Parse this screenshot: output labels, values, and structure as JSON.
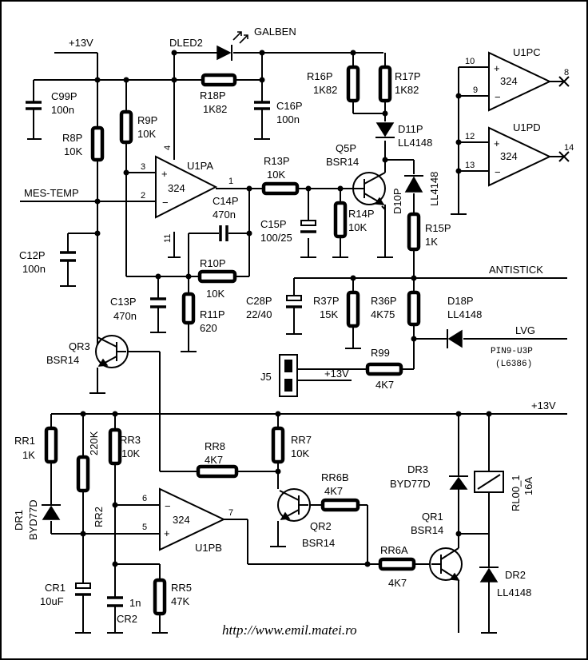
{
  "rails": {
    "v13_top": "+13V",
    "v13_bottom": "+13V",
    "v13_j5": "+13V"
  },
  "signals": {
    "mes_temp": "MES-TEMP",
    "antistick": "ANTISTICK",
    "lvg": "LVG",
    "pin9": "PIN9-U3P",
    "l6386": "(L6386)",
    "galben": "GALBEN"
  },
  "opamps": {
    "u1pa": {
      "name": "U1PA",
      "type": "324",
      "pins": [
        "3",
        "2",
        "1",
        "4",
        "11"
      ]
    },
    "u1pb": {
      "name": "U1PB",
      "type": "324",
      "pins": [
        "6",
        "5",
        "7"
      ]
    },
    "u1pc": {
      "name": "U1PC",
      "type": "324",
      "pins": [
        "10",
        "9",
        "8"
      ]
    },
    "u1pd": {
      "name": "U1PD",
      "type": "324",
      "pins": [
        "12",
        "13",
        "14"
      ]
    }
  },
  "components": {
    "dled2": "DLED2",
    "c99p": [
      "C99P",
      "100n"
    ],
    "r18p": [
      "R18P",
      "1K82"
    ],
    "c16p": [
      "C16P",
      "100n"
    ],
    "r16p": [
      "R16P",
      "1K82"
    ],
    "r17p": [
      "R17P",
      "1K82"
    ],
    "d11p": [
      "D11P",
      "LL4148"
    ],
    "r9p": [
      "R9P",
      "10K"
    ],
    "r8p": [
      "R8P",
      "10K"
    ],
    "r13p": [
      "R13P",
      "10K"
    ],
    "q5p": [
      "Q5P",
      "BSR14"
    ],
    "d10p": [
      "D10P",
      "LL4148"
    ],
    "c14p": [
      "C14P",
      "470n"
    ],
    "r14p": [
      "R14P",
      "10K"
    ],
    "c15p": [
      "C15P",
      "100/25"
    ],
    "r15p": [
      "R15P",
      "1K"
    ],
    "c12p": [
      "C12P",
      "100n"
    ],
    "r10p": [
      "R10P",
      "10K"
    ],
    "c13p": [
      "C13P",
      "470n"
    ],
    "r11p": [
      "R11P",
      "620"
    ],
    "c28p": [
      "C28P",
      "22/40"
    ],
    "r37p": [
      "R37P",
      "15K"
    ],
    "r36p": [
      "R36P",
      "4K75"
    ],
    "d18p": [
      "D18P",
      "LL4148"
    ],
    "qr3": [
      "QR3",
      "BSR14"
    ],
    "j5": "J5",
    "r99": [
      "R99",
      "4K7"
    ],
    "rr1": [
      "RR1",
      "1K"
    ],
    "rr2": [
      "RR2",
      "220K"
    ],
    "rr3": [
      "RR3",
      "10K"
    ],
    "rr8": [
      "RR8",
      "4K7"
    ],
    "rr7": [
      "RR7",
      "10K"
    ],
    "rr6b": [
      "RR6B",
      "4K7"
    ],
    "qr2": [
      "QR2",
      "BSR14"
    ],
    "dr3": [
      "DR3",
      "BYD77D"
    ],
    "rl00": [
      "RL00_1",
      "16A"
    ],
    "dr1": [
      "DR1",
      "BYD77D"
    ],
    "qr1": [
      "QR1",
      "BSR14"
    ],
    "rr6a": [
      "RR6A",
      "4K7"
    ],
    "dr2": [
      "DR2",
      "LL4148"
    ],
    "cr1": [
      "CR1",
      "10uF"
    ],
    "cr2": [
      "CR2",
      "1n"
    ],
    "rr5": [
      "RR5",
      "47K"
    ]
  },
  "footer": {
    "url": "http://www.emil.matei.ro"
  }
}
